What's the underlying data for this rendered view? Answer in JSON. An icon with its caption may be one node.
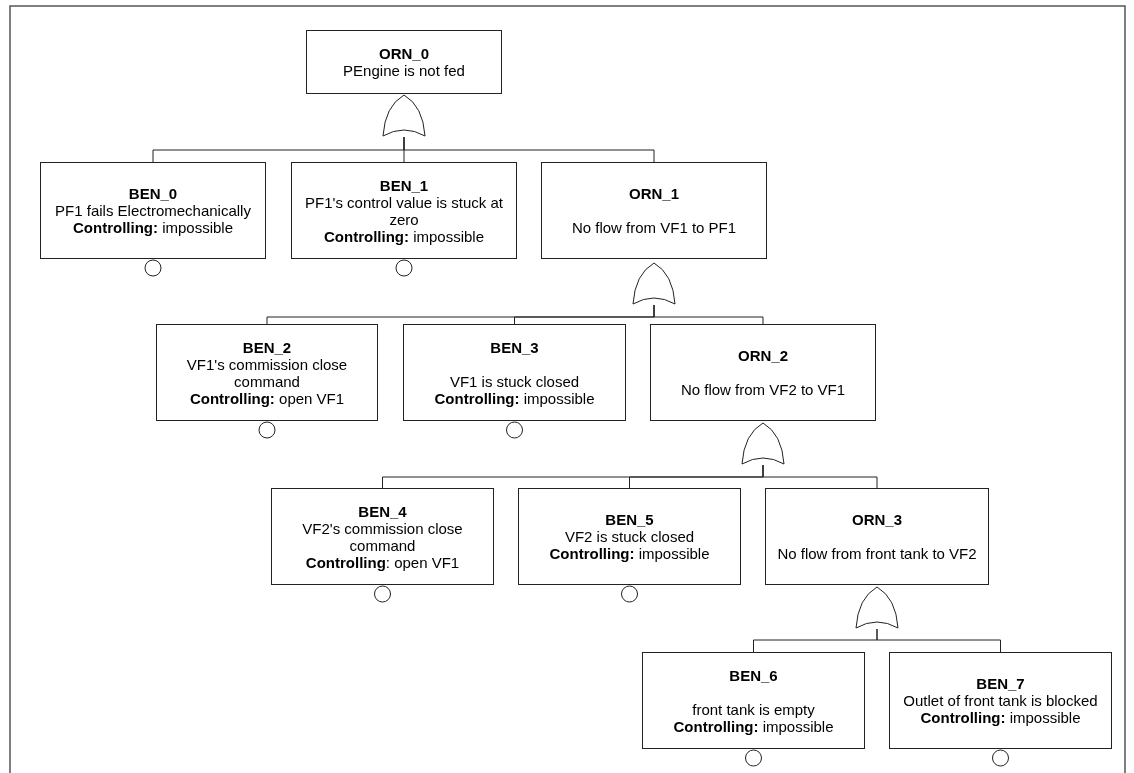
{
  "diagram": {
    "nodes": [
      {
        "text": [
          "ORN_0",
          "PEngine is not fed"
        ]
      },
      {
        "text": [],
        "shape": "gate"
      },
      {
        "text": [
          "BEN_0",
          "PF1 fails Electromechanically",
          "**Controlling:** impossible"
        ]
      },
      {
        "text": [
          "BEN_1",
          "PF1's control value is stuck at zero",
          "**Controlling:** impossible"
        ]
      },
      {
        "text": [
          "ORN_1",
          "No flow from VF1 to PF1"
        ]
      },
      {
        "text": [],
        "shape": "gate"
      },
      {
        "text": [
          "BEN_2",
          "VF1's commission close command",
          "**Controlling:** open VF1"
        ]
      },
      {
        "text": [
          "BEN_3",
          "VF1 is stuck closed",
          "**Controlling:** impossible"
        ]
      },
      {
        "text": [
          "ORN_2",
          "No flow from VF2 to VF1"
        ]
      },
      {
        "text": [],
        "shape": "gate"
      },
      {
        "text": [
          "BEN_4",
          "VF2's commission close command",
          "**Controlling**: open VF1"
        ]
      },
      {
        "text": [
          "BEN_5",
          "VF2 is stuck closed",
          "**Controlling:** impossible"
        ]
      },
      {
        "text": [
          "ORN_3",
          "No flow from front tank to VF2"
        ]
      },
      {
        "text": [],
        "shape": "gate"
      },
      {
        "text": [
          "BEN_6",
          "front tank is empty",
          "**Controlling:** impossible"
        ]
      },
      {
        "text": [
          "BEN_7",
          "Outlet of front tank is blocked",
          "**Controlling:** impossible"
        ]
      }
    ],
    "edges": [
      {
        "from": 1,
        "to": 2,
        "arrow": "none"
      },
      {
        "from": 1,
        "to": 3,
        "arrow": "none"
      },
      {
        "from": 1,
        "to": 4,
        "arrow": "none"
      },
      {
        "from": 5,
        "to": 6,
        "arrow": "none"
      },
      {
        "from": 5,
        "to": 7,
        "arrow": "none"
      },
      {
        "from": 5,
        "to": 8,
        "arrow": "none"
      },
      {
        "from": 9,
        "to": 10,
        "arrow": "none"
      },
      {
        "from": 9,
        "to": 11,
        "arrow": "none"
      },
      {
        "from": 9,
        "to": 12,
        "arrow": "none"
      },
      {
        "from": 13,
        "to": 14,
        "arrow": "none"
      },
      {
        "from": 13,
        "to": 15,
        "arrow": "none"
      }
    ]
  }
}
